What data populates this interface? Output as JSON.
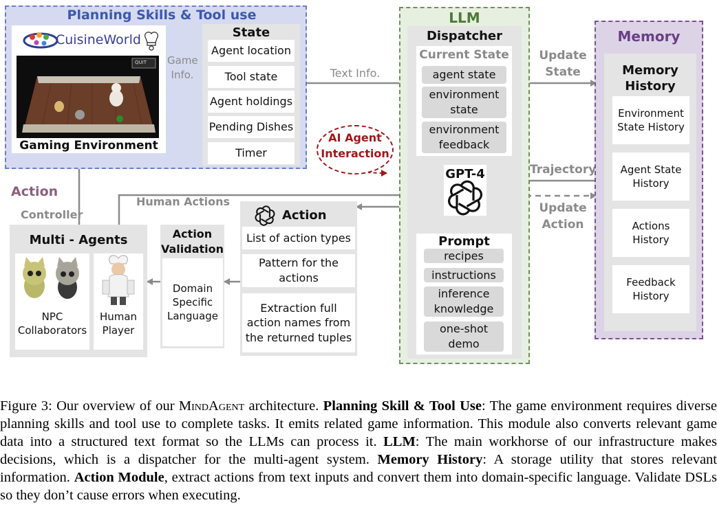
{
  "planning": {
    "title": "Planning Skills & Tool use",
    "game_env_label": "Gaming Environment",
    "logo_text": "CuisineWorld",
    "quit_label": "QUIT",
    "game_info_label": "Game\nInfo.",
    "state": {
      "title": "State",
      "items": [
        "Agent location",
        "Tool state",
        "Agent holdings",
        "Pending Dishes",
        "Timer"
      ]
    }
  },
  "connectors": {
    "text_info": "Text Info.",
    "update_state": "Update\nState",
    "trajectory": "Trajectory",
    "update_action": "Update\nAction",
    "ai_agent_interaction": "AI Agent\nInteraction",
    "human_actions": "Human Actions",
    "controller": "Controller"
  },
  "llm": {
    "title": "LLM",
    "dispatcher": "Dispatcher",
    "current_state": {
      "title": "Current State",
      "items": [
        "agent state",
        "environment\nstate",
        "environment\nfeedback"
      ]
    },
    "gpt_label": "GPT-4",
    "prompt": {
      "title": "Prompt",
      "items": [
        "recipes",
        "instructions",
        "inference\nknowledge",
        "one-shot\ndemo"
      ]
    }
  },
  "memory": {
    "title": "Memory",
    "subtitle": "Memory\nHistory",
    "items": [
      "Environment\nState History",
      "Agent State\nHistory",
      "Actions\nHistory",
      "Feedback\nHistory"
    ]
  },
  "action": {
    "title": "Action",
    "multi_agents": {
      "title": "Multi - Agents",
      "npc_label": "NPC\nCollaborators",
      "human_label": "Human\nPlayer"
    },
    "validation": {
      "title": "Action\nValidation",
      "body": "Domain\nSpecific\nLanguage"
    },
    "module": {
      "title": "Action",
      "items": [
        "List of action types",
        "Pattern for the\nactions",
        "Extraction full\naction names from\nthe returned tuples"
      ]
    }
  },
  "caption": {
    "p1": "Figure 3: Our overview of our ",
    "mindagent": "MindAgent",
    "p2": " architecture. ",
    "b1": "Planning Skill & Tool Use",
    "p3": ": The game environment requires diverse planning skills and tool use to complete tasks. It emits related game information. This module also converts relevant game data into a structured text format so the LLMs can process it. ",
    "b2": "LLM",
    "p4": ": The main workhorse of our infrastructure makes decisions, which is a dispatcher for the multi-agent system. ",
    "b3": "Memory History",
    "p5": ": A storage utility that stores relevant information. ",
    "b4": "Action Module",
    "p6": ", extract actions from text inputs and convert them into domain-specific language. Validate DSLs so they don’t cause errors when executing."
  },
  "colors": {
    "planning_bg": "#d5daf0",
    "planning_border": "#6a7fc4",
    "llm_bg": "#e7efe1",
    "llm_border": "#6f8f5c",
    "memory_bg": "#ddd3e6",
    "memory_border": "#7a4f8f",
    "action_bg": "#f1e9f0",
    "action_border": "#b58aa9",
    "ai_agent_red": "#a01818"
  }
}
